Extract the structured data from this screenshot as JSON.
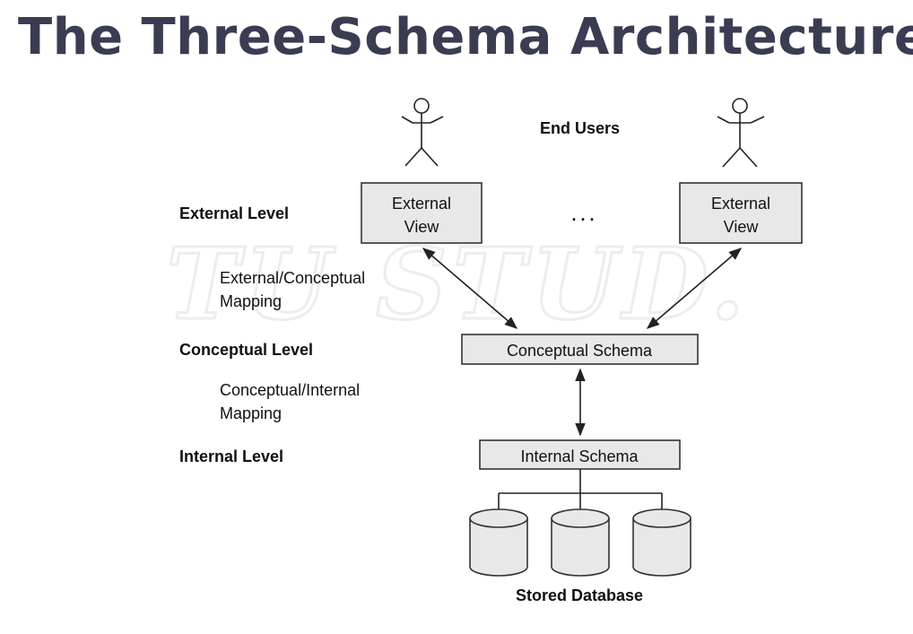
{
  "title": "The Three-Schema Architecture",
  "diagram": {
    "end_users": "End Users",
    "levels": {
      "external": "External Level",
      "conceptual": "Conceptual Level",
      "internal": "Internal Level"
    },
    "mappings": {
      "external_conceptual": [
        "External/Conceptual",
        "Mapping"
      ],
      "conceptual_internal": [
        "Conceptual/Internal",
        "Mapping"
      ]
    },
    "external_view": [
      "External",
      "View"
    ],
    "ellipsis": ". . .",
    "conceptual_schema": "Conceptual Schema",
    "internal_schema": "Internal Schema",
    "stored_database": "Stored Database",
    "watermark": "TU STUD."
  }
}
